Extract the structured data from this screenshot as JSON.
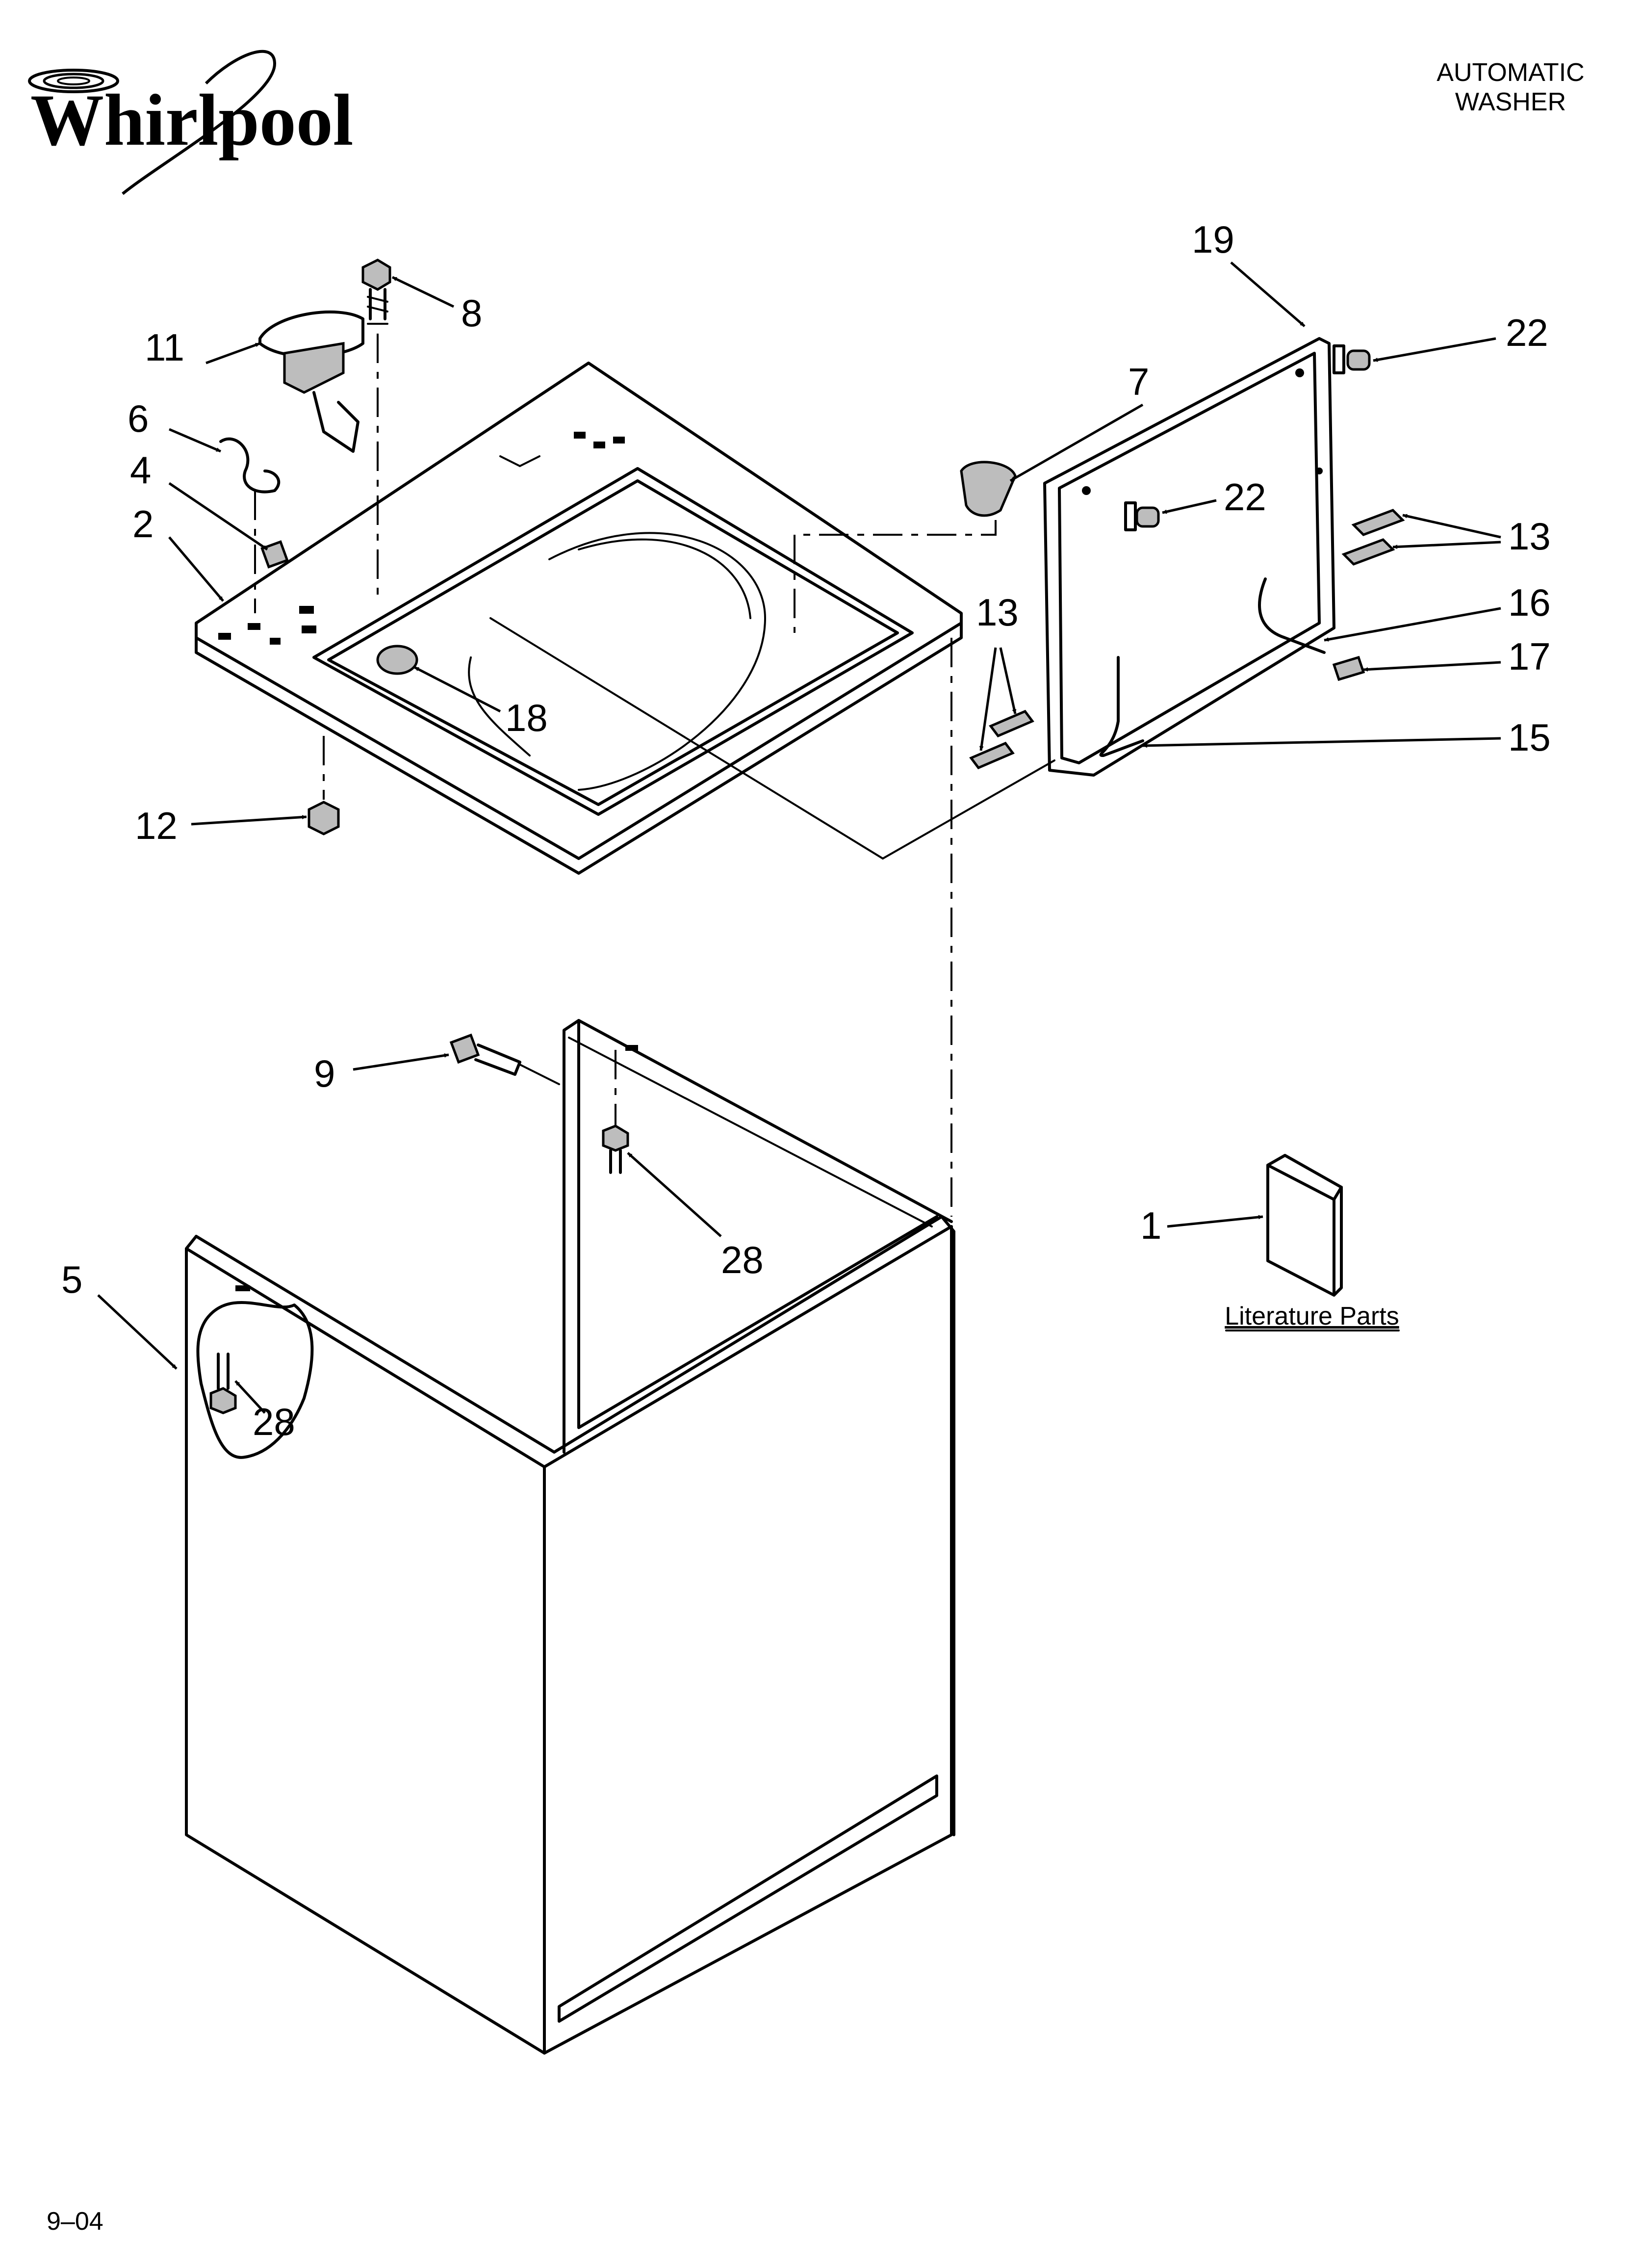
{
  "brand": {
    "logo_text": "Whirlpool"
  },
  "header": {
    "title_line1": "AUTOMATIC",
    "title_line2": "WASHER"
  },
  "callouts": {
    "c19": "19",
    "c22a": "22",
    "c22b": "22",
    "c7": "7",
    "c13a": "13",
    "c13b": "13",
    "c16": "16",
    "c17": "17",
    "c15": "15",
    "c8": "8",
    "c11": "11",
    "c6": "6",
    "c4": "4",
    "c2": "2",
    "c18": "18",
    "c12": "12",
    "c9": "9",
    "c28a": "28",
    "c28b": "28",
    "c5": "5",
    "c1": "1"
  },
  "literature": {
    "label": "Literature Parts"
  },
  "footer": {
    "code": "9–04"
  }
}
